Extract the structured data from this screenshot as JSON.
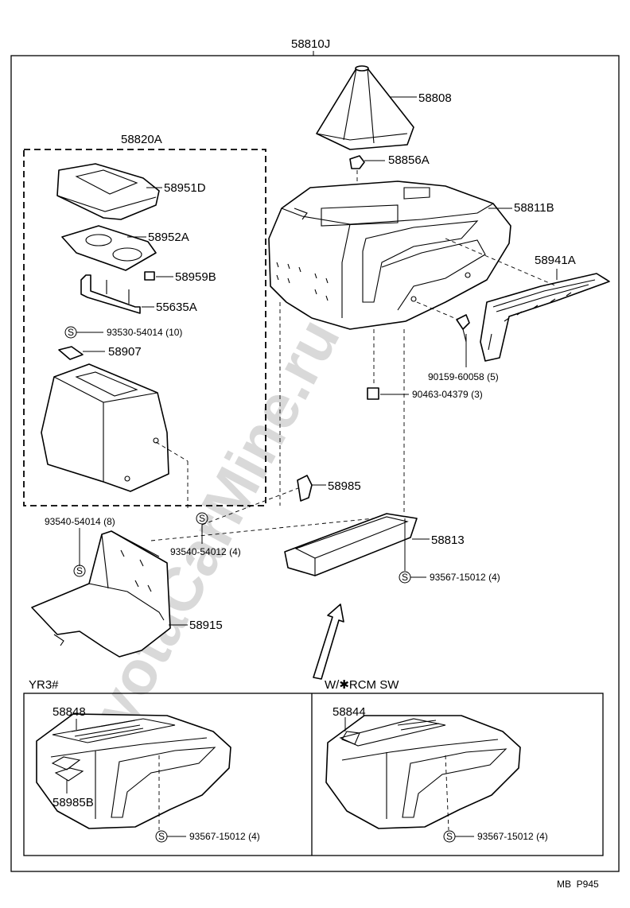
{
  "diagram": {
    "assembly_label": "58810J",
    "watermark": "ToyotaCarMine.ru",
    "footer_code": "MB  P945",
    "parts": {
      "p58808": "58808",
      "p58856A": "58856A",
      "p58811B": "58811B",
      "p58941A": "58941A",
      "p58820A": "58820A",
      "p58951D": "58951D",
      "p58952A": "58952A",
      "p58959B": "58959B",
      "p55635A": "55635A",
      "p93530": "93530-54014 (10)",
      "p58907": "58907",
      "p90159": "90159-60058 (5)",
      "p90463": "90463-04379 (3)",
      "p58985": "58985",
      "p93540_8": "93540-54014 (8)",
      "p93540_4": "93540-54012 (4)",
      "p58813": "58813",
      "p93567_main": "93567-15012 (4)",
      "p58915": "58915"
    },
    "variants": {
      "left_label": "YR3#",
      "right_label": "W/✱RCM  SW",
      "left_parts": {
        "p58848": "58848",
        "p58985B": "58985B",
        "p93567": "93567-15012 (4)"
      },
      "right_parts": {
        "p58844": "58844",
        "p93567": "93567-15012 (4)"
      }
    },
    "screw_symbol": "S"
  }
}
